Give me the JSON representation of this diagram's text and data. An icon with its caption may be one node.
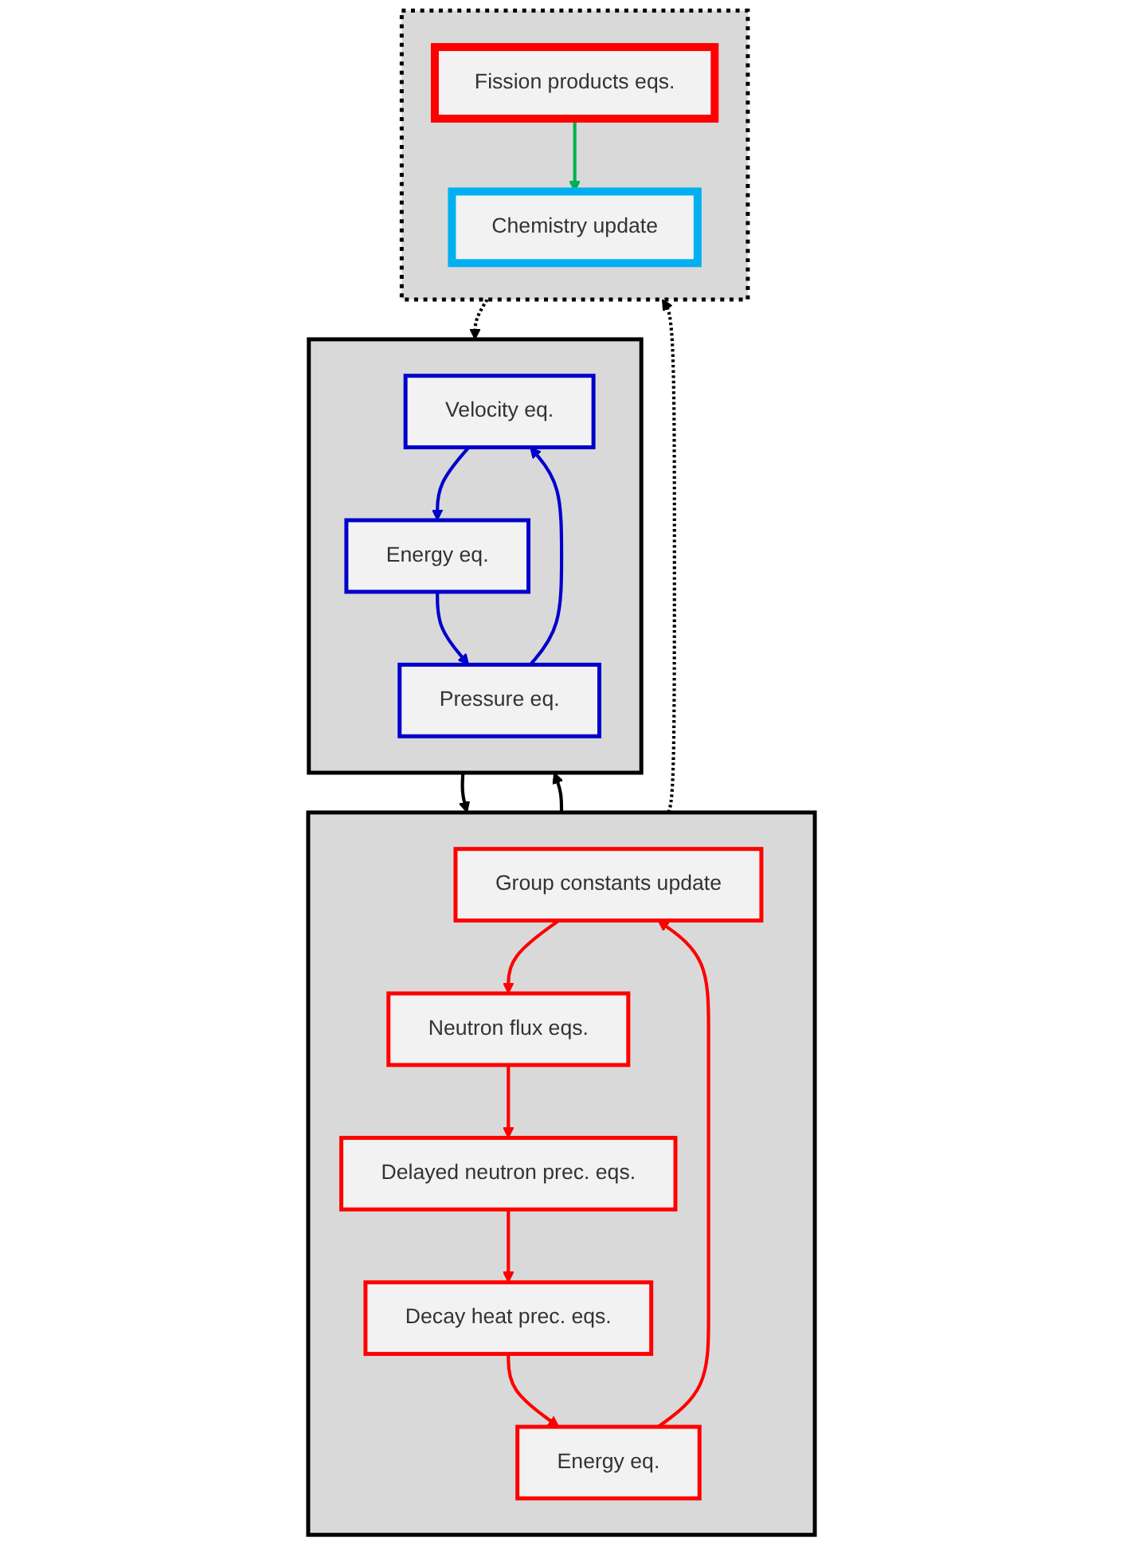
{
  "diagram": {
    "nodes": [
      {
        "text": [],
        "shape": "box"
      },
      {
        "text": [
          "Velocity eq."
        ],
        "in": 0
      },
      {
        "text": [
          "Energy eq."
        ],
        "in": 0
      },
      {
        "text": [
          "Pressure eq."
        ],
        "in": 0
      },
      {
        "text": [],
        "shape": "box"
      },
      {
        "text": [
          "Group constants update"
        ],
        "in": 4
      },
      {
        "text": [
          "Neutron flux eqs."
        ],
        "in": 4
      },
      {
        "text": [
          "Delayed neutron prec. eqs."
        ],
        "in": 4
      },
      {
        "text": [
          "Decay heat prec. eqs."
        ],
        "in": 4
      },
      {
        "text": [
          "Energy eq."
        ],
        "in": 4
      },
      {
        "text": [],
        "shape": "box"
      },
      {
        "text": [
          "Fission products eqs."
        ],
        "in": 10
      },
      {
        "text": [
          "Chemistry update"
        ],
        "in": 10
      }
    ],
    "edges": [
      {
        "from": 1,
        "to": 2,
        "arrow": "to",
        "color": "#0000cc"
      },
      {
        "from": 2,
        "to": 3,
        "arrow": "to",
        "color": "#0000cc"
      },
      {
        "from": 3,
        "to": 1,
        "arrow": "to",
        "color": "#0000cc"
      },
      {
        "from": 0,
        "to": 4,
        "arrow": "to",
        "color": "#000000"
      },
      {
        "from": 5,
        "to": 6,
        "arrow": "to"
      },
      {
        "from": 6,
        "to": 7,
        "arrow": "to"
      },
      {
        "from": 7,
        "to": 8,
        "arrow": "to"
      },
      {
        "from": 8,
        "to": 9,
        "arrow": "to"
      },
      {
        "from": 9,
        "to": 5,
        "arrow": "to"
      },
      {
        "from": 4,
        "to": 0,
        "arrow": "to",
        "color": "#000000"
      },
      {
        "from": 4,
        "to": 10,
        "arrow": "to",
        "style": "dashed",
        "color": "#000000"
      },
      {
        "from": 10,
        "to": 0,
        "arrow": "to",
        "style": "dashed",
        "color": "#000000"
      },
      {
        "from": 11,
        "to": 12,
        "arrow": "to",
        "color": "#00b050"
      }
    ]
  }
}
